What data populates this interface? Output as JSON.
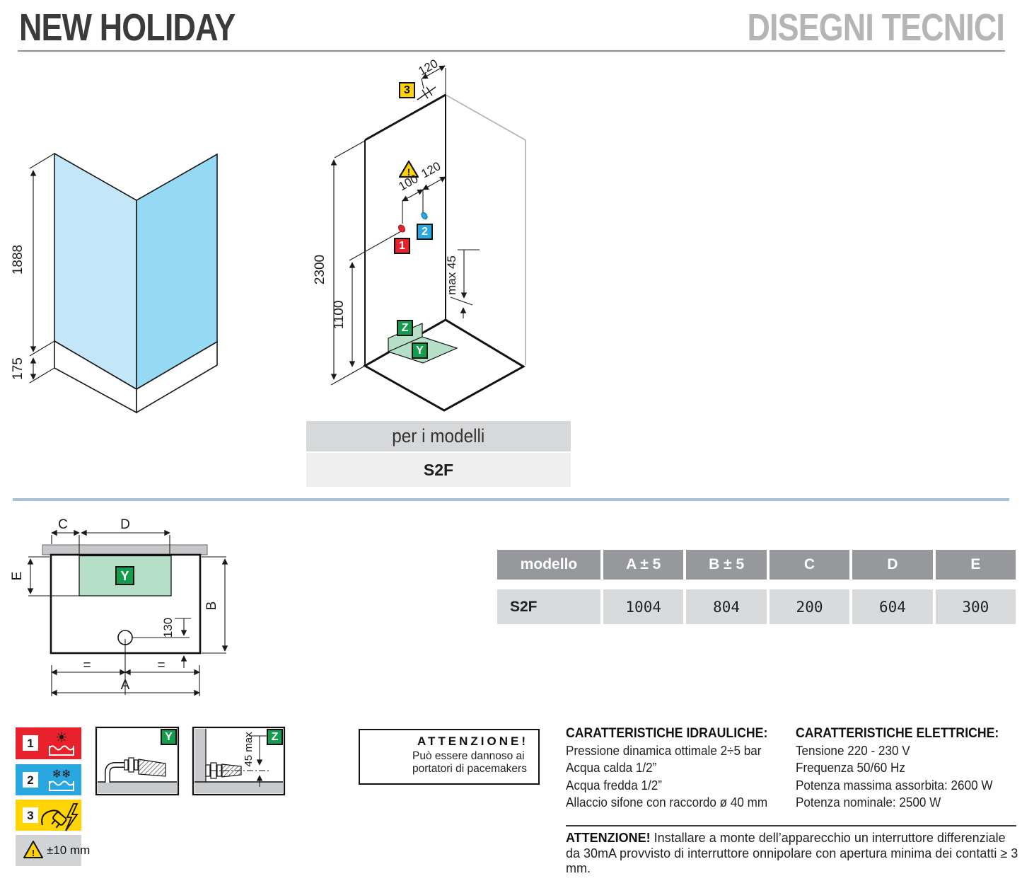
{
  "header": {
    "title": "NEW HOLIDAY",
    "subtitle": "DISEGNI TECNICI"
  },
  "colors": {
    "accent_red": "#e8212c",
    "accent_blue": "#29a7e0",
    "accent_yellow": "#ffd400",
    "accent_green": "#169c4f",
    "glass_light": "#c3e6f8",
    "glass_dark": "#95d9f5",
    "zone_green": "#b5dfc6",
    "table_header_gray": "#96989b",
    "table_row_gray": "#d9dadb"
  },
  "iso_panels": {
    "dim_height": "1888",
    "dim_base": "175"
  },
  "cabin": {
    "dim_connector_offset": "120",
    "dim_hot_cold": "100",
    "dim_cold_corner": "120",
    "dim_total_height": "2300",
    "dim_outlet_height": "1100",
    "dim_max_depth": "max 45",
    "warning_mark": "!",
    "marker_hot": "1",
    "marker_cold": "2",
    "marker_power": "3",
    "zone_z": "Z",
    "zone_y": "Y"
  },
  "models": {
    "caption": "per i modelli",
    "value": "S2F"
  },
  "plan": {
    "label_a": "A",
    "label_b": "B",
    "label_c": "C",
    "label_d": "D",
    "label_e": "E",
    "zone_y": "Y",
    "dim_drain": "130",
    "equal_left": "=",
    "equal_right": "="
  },
  "table": {
    "headers": [
      "modello",
      "A ± 5",
      "B ± 5",
      "C",
      "D",
      "E"
    ],
    "rows": [
      {
        "model": "S2F",
        "values": [
          "1004",
          "804",
          "200",
          "604",
          "300"
        ]
      }
    ]
  },
  "legend": {
    "items": [
      {
        "number": "1",
        "icon": "hot-water-sun-icon",
        "glyph": "☀"
      },
      {
        "number": "2",
        "icon": "cold-water-snowflakes-icon",
        "glyph": "❄❄"
      },
      {
        "number": "3",
        "icon": "power-plug-lightning-icon",
        "glyph": ""
      }
    ],
    "tolerance_label": "±10 mm",
    "warning_mark": "!"
  },
  "details": {
    "y_badge": "Y",
    "z_badge": "Z",
    "z_dim": "45 max"
  },
  "pacemaker": {
    "title": "ATTENZIONE!",
    "line1": "Può essere dannoso ai",
    "line2": "portatori di pacemakers"
  },
  "hydraulic": {
    "title": "CARATTERISTICHE IDRAULICHE:",
    "items": [
      "Pressione dinamica ottimale 2÷5 bar",
      "Acqua calda 1/2”",
      "Acqua fredda 1/2”",
      "Allaccio sifone con raccordo ø 40 mm"
    ]
  },
  "electric": {
    "title": "CARATTERISTICHE ELETTRICHE:",
    "items": [
      "Tensione 220 - 230 V",
      "Frequenza 50/60 Hz",
      "Potenza massima assorbita: 2600 W",
      "Potenza nominale: 2500 W"
    ]
  },
  "note": {
    "title": "ATTENZIONE!",
    "body": " Installare a monte dell’apparecchio un interruttore differenziale da 30mA provvisto di interruttore onnipolare con apertura minima dei contatti ≥ 3 mm."
  }
}
